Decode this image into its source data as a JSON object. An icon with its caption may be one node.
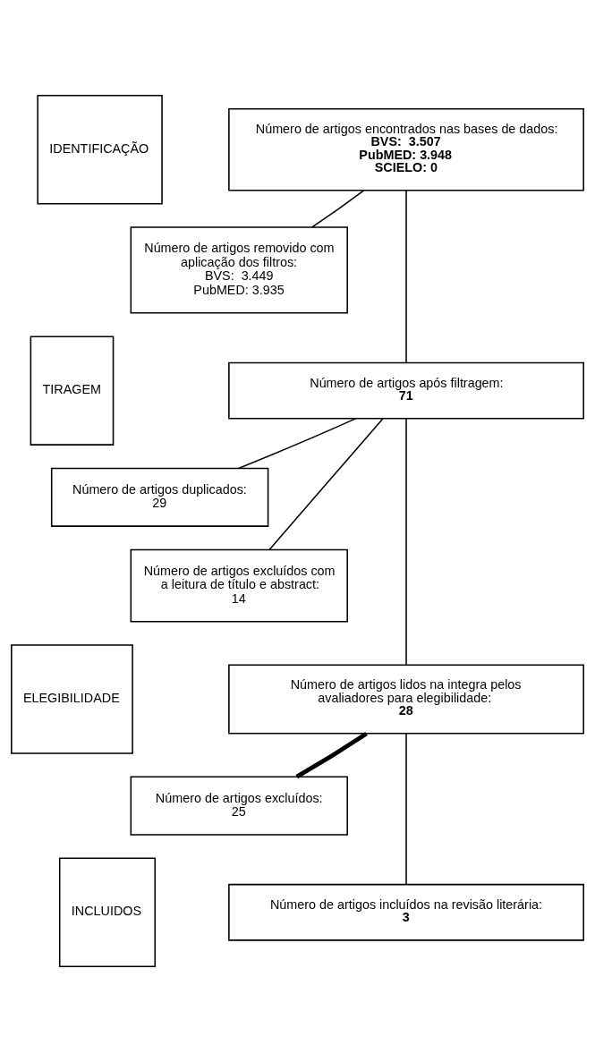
{
  "diagram": {
    "nodes": [
      {
        "text": [
          "IDENTIFICAÇÃO"
        ]
      },
      {
        "text": [
          "Número de artigos encontrados nas bases de dados:",
          "BVS:  3.507",
          "PubMED: 3.948",
          "SCIELO: 0"
        ]
      },
      {
        "text": [
          "Número de artigos removido com aplicação dos filtros:",
          "BVS:  3.449",
          "PubMED: 3.935"
        ]
      },
      {
        "text": [
          "TIRAGEM"
        ]
      },
      {
        "text": [
          "Número de artigos após filtragem:",
          "71"
        ]
      },
      {
        "text": [
          "Número de artigos duplicados:",
          "29"
        ]
      },
      {
        "text": [
          "Número de artigos excluídos com a leitura de título e abstract:",
          "14"
        ]
      },
      {
        "text": [
          "ELEGIBILIDADE"
        ]
      },
      {
        "text": [
          "Número de artigos lidos na integra pelos avaliadores para elegibilidade:",
          "28"
        ]
      },
      {
        "text": [
          "Número de artigos excluídos:",
          "25"
        ]
      },
      {
        "text": [
          "INCLUIDOS"
        ]
      },
      {
        "text": [
          "Número de artigos incluídos na revisão literária:",
          "3"
        ]
      }
    ],
    "edges": [
      {
        "from": 1,
        "to": 2,
        "arrow": "none"
      },
      {
        "from": 1,
        "to": 4,
        "arrow": "none"
      },
      {
        "from": 4,
        "to": 5,
        "arrow": "none"
      },
      {
        "from": 4,
        "to": 6,
        "arrow": "none"
      },
      {
        "from": 4,
        "to": 8,
        "arrow": "none"
      },
      {
        "from": 8,
        "to": 9,
        "arrow": "none",
        "style": "thick"
      },
      {
        "from": 8,
        "to": 11,
        "arrow": "none"
      }
    ]
  }
}
